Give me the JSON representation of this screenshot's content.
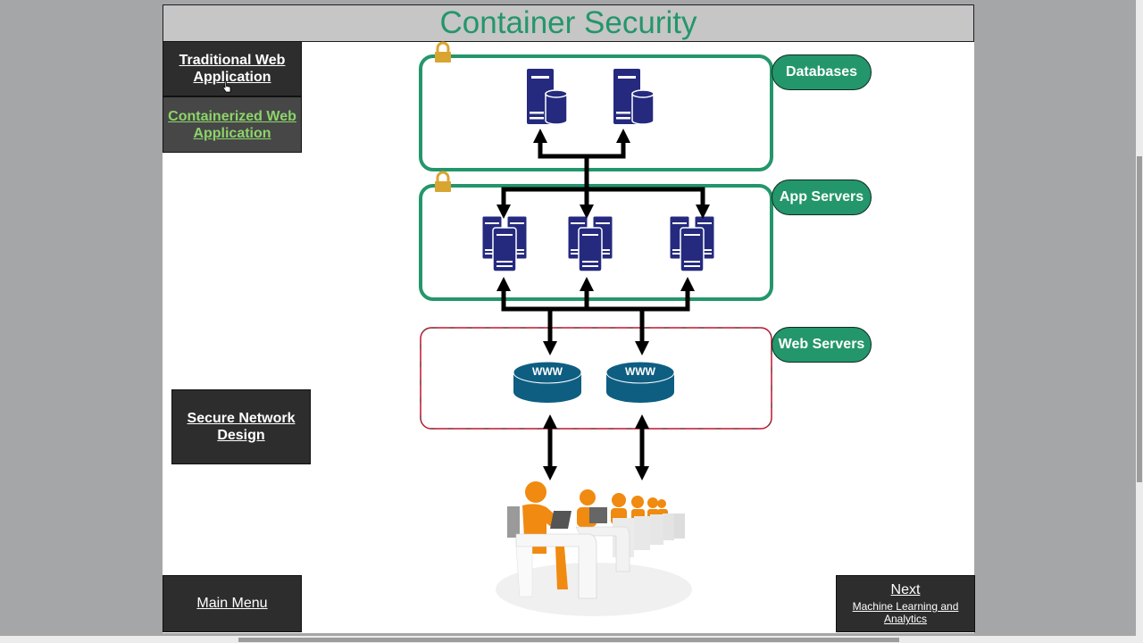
{
  "page": {
    "title": "Container Security"
  },
  "tabs": [
    {
      "label": "Traditional Web Application",
      "state": "active"
    },
    {
      "label": "Containerized Web Application",
      "state": "inactive"
    }
  ],
  "buttons": {
    "secure_network": "Secure Network Design",
    "main_menu": "Main Menu",
    "next": "Next",
    "next_sub": "Machine Learning and Analytics"
  },
  "diagram": {
    "tiers": [
      {
        "label": "Databases",
        "count": 2,
        "icon": "database-server-icon",
        "secured": true
      },
      {
        "label": "App Servers",
        "count": 3,
        "icon": "app-server-cluster-icon",
        "secured": true
      },
      {
        "label": "Web Servers",
        "count": 2,
        "icon": "web-server-icon",
        "secured": false
      }
    ],
    "web_server_text": "WWW",
    "users_icon": "users-at-desks-icon"
  },
  "colors": {
    "accent_green": "#24966b",
    "title_text": "#24966b",
    "server_blue": "#252a7e",
    "web_blue": "#0e5e82",
    "lock_gold": "#d9a531",
    "web_border_red": "#c0162a",
    "link_green": "#8cd46a"
  }
}
